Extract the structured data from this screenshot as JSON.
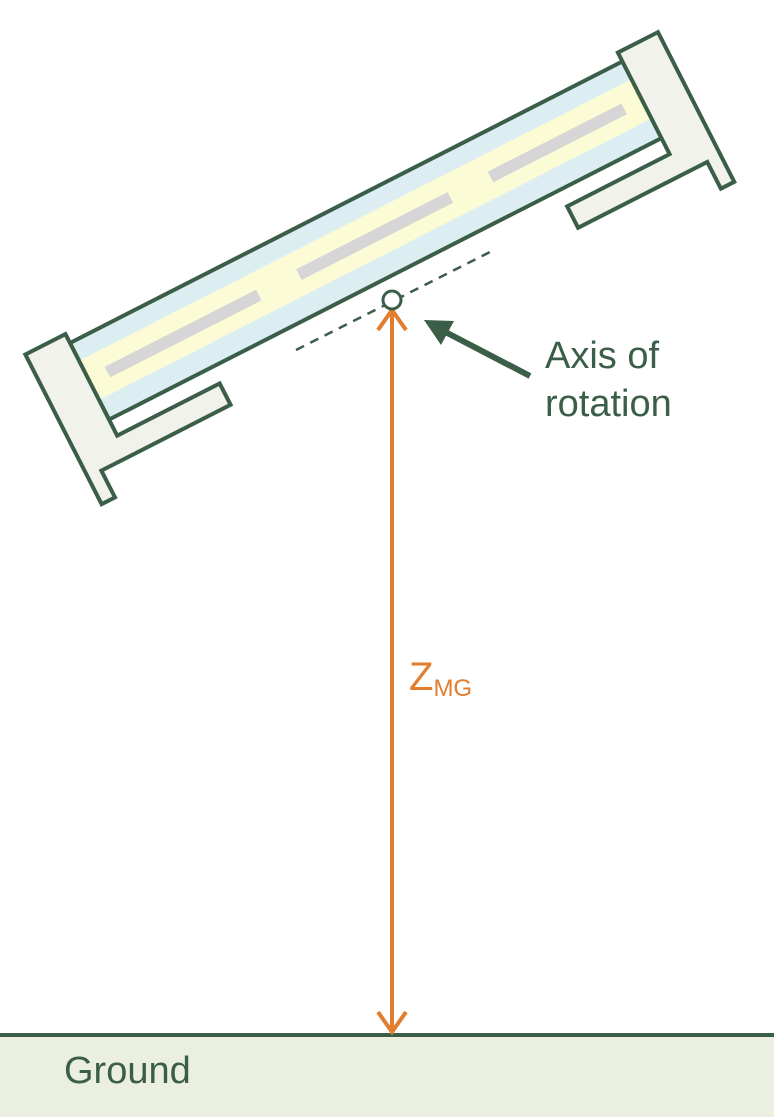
{
  "labels": {
    "axis_line1": "Axis of",
    "axis_line2": "rotation",
    "height_main": "Z",
    "height_sub": "MG",
    "ground": "Ground"
  },
  "colors": {
    "outline": "#3b5e48",
    "frame_fill": "#f1f2ec",
    "glass": "#ddeef3",
    "cell": "#fbfbd6",
    "cell_bar": "#d6d6d6",
    "height_arrow": "#e07d2e",
    "ground_fill": "#ebefe0",
    "ground_line": "#3b5e48",
    "axis_dash": "#3b5e48"
  }
}
